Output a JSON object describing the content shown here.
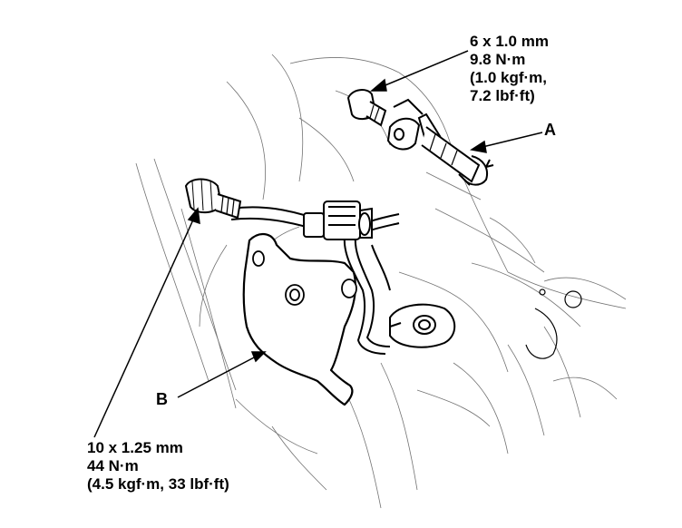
{
  "callouts": {
    "top_bolt": {
      "size": "6 x 1.0 mm",
      "torque_nm": "9.8 N·m",
      "torque_kgf_1": "(1.0 kgf·m,",
      "torque_lbf": "7.2 lbf·ft)"
    },
    "bottom_bolt": {
      "size": "10 x 1.25 mm",
      "torque_nm": "44 N·m",
      "torque_alt": "(4.5 kgf·m, 33 lbf·ft)"
    },
    "label_a": "A",
    "label_b": "B"
  }
}
